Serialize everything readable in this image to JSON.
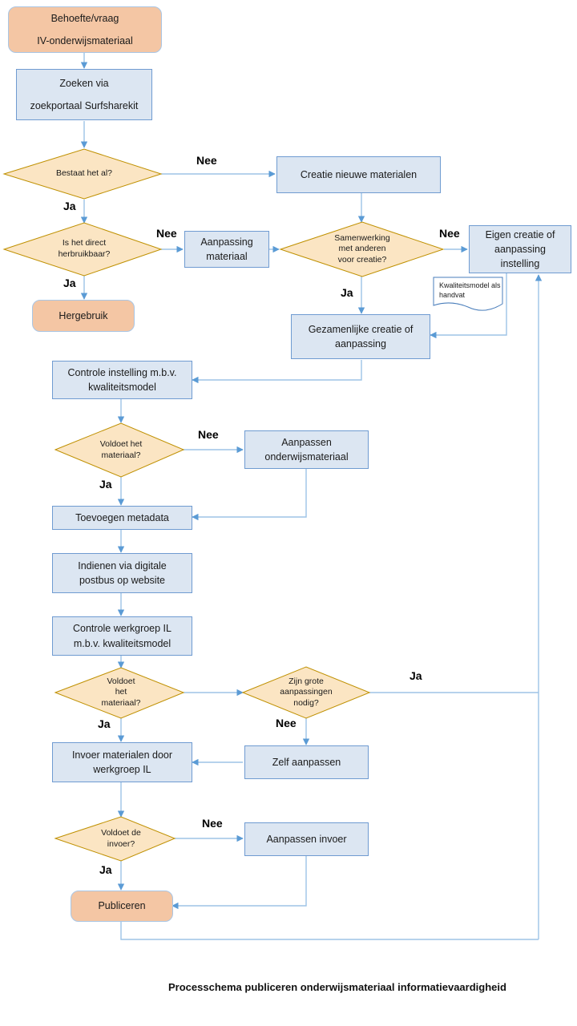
{
  "diagram": {
    "caption": "Processchema publiceren onderwijsmateriaal informatievaardigheid",
    "colors": {
      "process_fill": "#dce6f2",
      "process_stroke": "#6f9bd1",
      "decision_fill": "#fbe5c3",
      "decision_stroke": "#bf9000",
      "terminator_fill": "#f4c6a4",
      "terminator_stroke": "#a9c6e5",
      "connector": "#9dc3e6",
      "label_text": "#000000"
    },
    "nodes": {
      "start": {
        "type": "terminator",
        "line1": "Behoefte/vraag",
        "line2": "IV-onderwijsmateriaal"
      },
      "zoeken": {
        "type": "process",
        "line1": "Zoeken via",
        "line2": "zoekportaal Surfsharekit"
      },
      "bestaat": {
        "type": "decision",
        "line1": "Bestaat het al?"
      },
      "creatie_nieuw": {
        "type": "process",
        "line1": "Creatie nieuwe materialen"
      },
      "herbruikbaar": {
        "type": "decision",
        "line1": "Is het direct",
        "line2": "herbruikbaar?"
      },
      "aanpassing_materiaal": {
        "type": "process",
        "line1": "Aanpassing",
        "line2": "materiaal"
      },
      "samenwerking": {
        "type": "decision",
        "line1": "Samenwerking",
        "line2": "met anderen",
        "line3": "voor creatie?"
      },
      "eigen_creatie": {
        "type": "process",
        "line1": "Eigen creatie of",
        "line2": "aanpassing",
        "line3": "instelling"
      },
      "hergebruik": {
        "type": "terminator",
        "line1": "Hergebruik"
      },
      "kwaliteitsmodel_note": {
        "type": "note",
        "line1": "Kwaliteitsmodel",
        "line2": "als handvat"
      },
      "gezamenlijke": {
        "type": "process",
        "line1": "Gezamenlijke creatie of",
        "line2": "aanpassing"
      },
      "controle_instelling": {
        "type": "process",
        "line1": "Controle instelling m.b.v.",
        "line2": "kwaliteitsmodel"
      },
      "voldoet1": {
        "type": "decision",
        "line1": "Voldoet het",
        "line2": "materiaal?"
      },
      "aanpassen_onderwijs": {
        "type": "process",
        "line1": "Aanpassen",
        "line2": "onderwijsmateriaal"
      },
      "metadata": {
        "type": "process",
        "line1": "Toevoegen metadata"
      },
      "indienen": {
        "type": "process",
        "line1": "Indienen via digitale",
        "line2": "postbus op website"
      },
      "controle_werkgroep": {
        "type": "process",
        "line1": "Controle werkgroep IL",
        "line2": "m.b.v. kwaliteitsmodel"
      },
      "voldoet2": {
        "type": "decision",
        "line1": "Voldoet",
        "line2": "het",
        "line3": "materiaal?"
      },
      "grote_aanpassingen": {
        "type": "decision",
        "line1": "Zijn grote",
        "line2": "aanpassingen",
        "line3": "nodig?"
      },
      "invoer_materialen": {
        "type": "process",
        "line1": "Invoer materialen door",
        "line2": "werkgroep IL"
      },
      "zelf_aanpassen": {
        "type": "process",
        "line1": "Zelf aanpassen"
      },
      "voldoet_invoer": {
        "type": "decision",
        "line1": "Voldoet de",
        "line2": "invoer?"
      },
      "aanpassen_invoer": {
        "type": "process",
        "line1": "Aanpassen invoer"
      },
      "publiceren": {
        "type": "terminator",
        "line1": "Publiceren"
      }
    },
    "edge_labels": {
      "bestaat_nee": "Nee",
      "bestaat_ja": "Ja",
      "herbruikbaar_nee": "Nee",
      "herbruikbaar_ja": "Ja",
      "samenwerking_nee": "Nee",
      "samenwerking_ja": "Ja",
      "voldoet1_nee": "Nee",
      "voldoet1_ja": "Ja",
      "voldoet2_ja": "Ja",
      "grote_ja": "Ja",
      "grote_nee": "Nee",
      "voldoet_invoer_nee": "Nee",
      "voldoet_invoer_ja": "Ja"
    }
  }
}
